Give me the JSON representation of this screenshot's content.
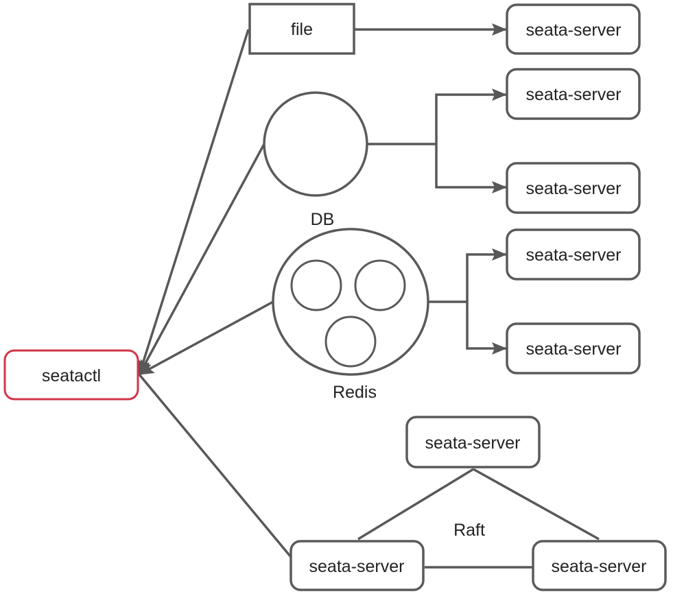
{
  "diagram": {
    "title": "seatactl connection modes",
    "colors": {
      "line": "#585858",
      "node_border": "#5a5a5a",
      "client_border": "#d23448",
      "text": "#222222",
      "background": "#ffffff"
    },
    "nodes": {
      "client": {
        "label": "seatactl",
        "shape": "rounded-rect"
      },
      "file": {
        "label": "file",
        "shape": "rect"
      },
      "db": {
        "label": "DB",
        "shape": "circle"
      },
      "redis": {
        "label": "Redis",
        "shape": "circle-cluster",
        "inner_circles": 3
      },
      "raft_label": "Raft",
      "servers": {
        "file_server": "seata-server",
        "db_server_1": "seata-server",
        "db_server_2": "seata-server",
        "redis_server_1": "seata-server",
        "redis_server_2": "seata-server",
        "raft_top": "seata-server",
        "raft_left": "seata-server",
        "raft_right": "seata-server"
      }
    },
    "edges": [
      {
        "from": "file",
        "to": "client",
        "arrow": "end"
      },
      {
        "from": "db",
        "to": "client",
        "arrow": "end"
      },
      {
        "from": "redis",
        "to": "client",
        "arrow": "end"
      },
      {
        "from": "client",
        "to": "raft_left",
        "arrow": "none"
      },
      {
        "from": "file",
        "to": "file_server",
        "arrow": "end"
      },
      {
        "from": "db",
        "to": "db_server_1",
        "arrow": "end"
      },
      {
        "from": "db",
        "to": "db_server_2",
        "arrow": "end"
      },
      {
        "from": "redis",
        "to": "redis_server_1",
        "arrow": "end"
      },
      {
        "from": "redis",
        "to": "redis_server_2",
        "arrow": "end"
      },
      {
        "from": "raft_top",
        "to": "raft_left",
        "arrow": "none"
      },
      {
        "from": "raft_top",
        "to": "raft_right",
        "arrow": "none"
      },
      {
        "from": "raft_left",
        "to": "raft_right",
        "arrow": "none"
      }
    ]
  }
}
